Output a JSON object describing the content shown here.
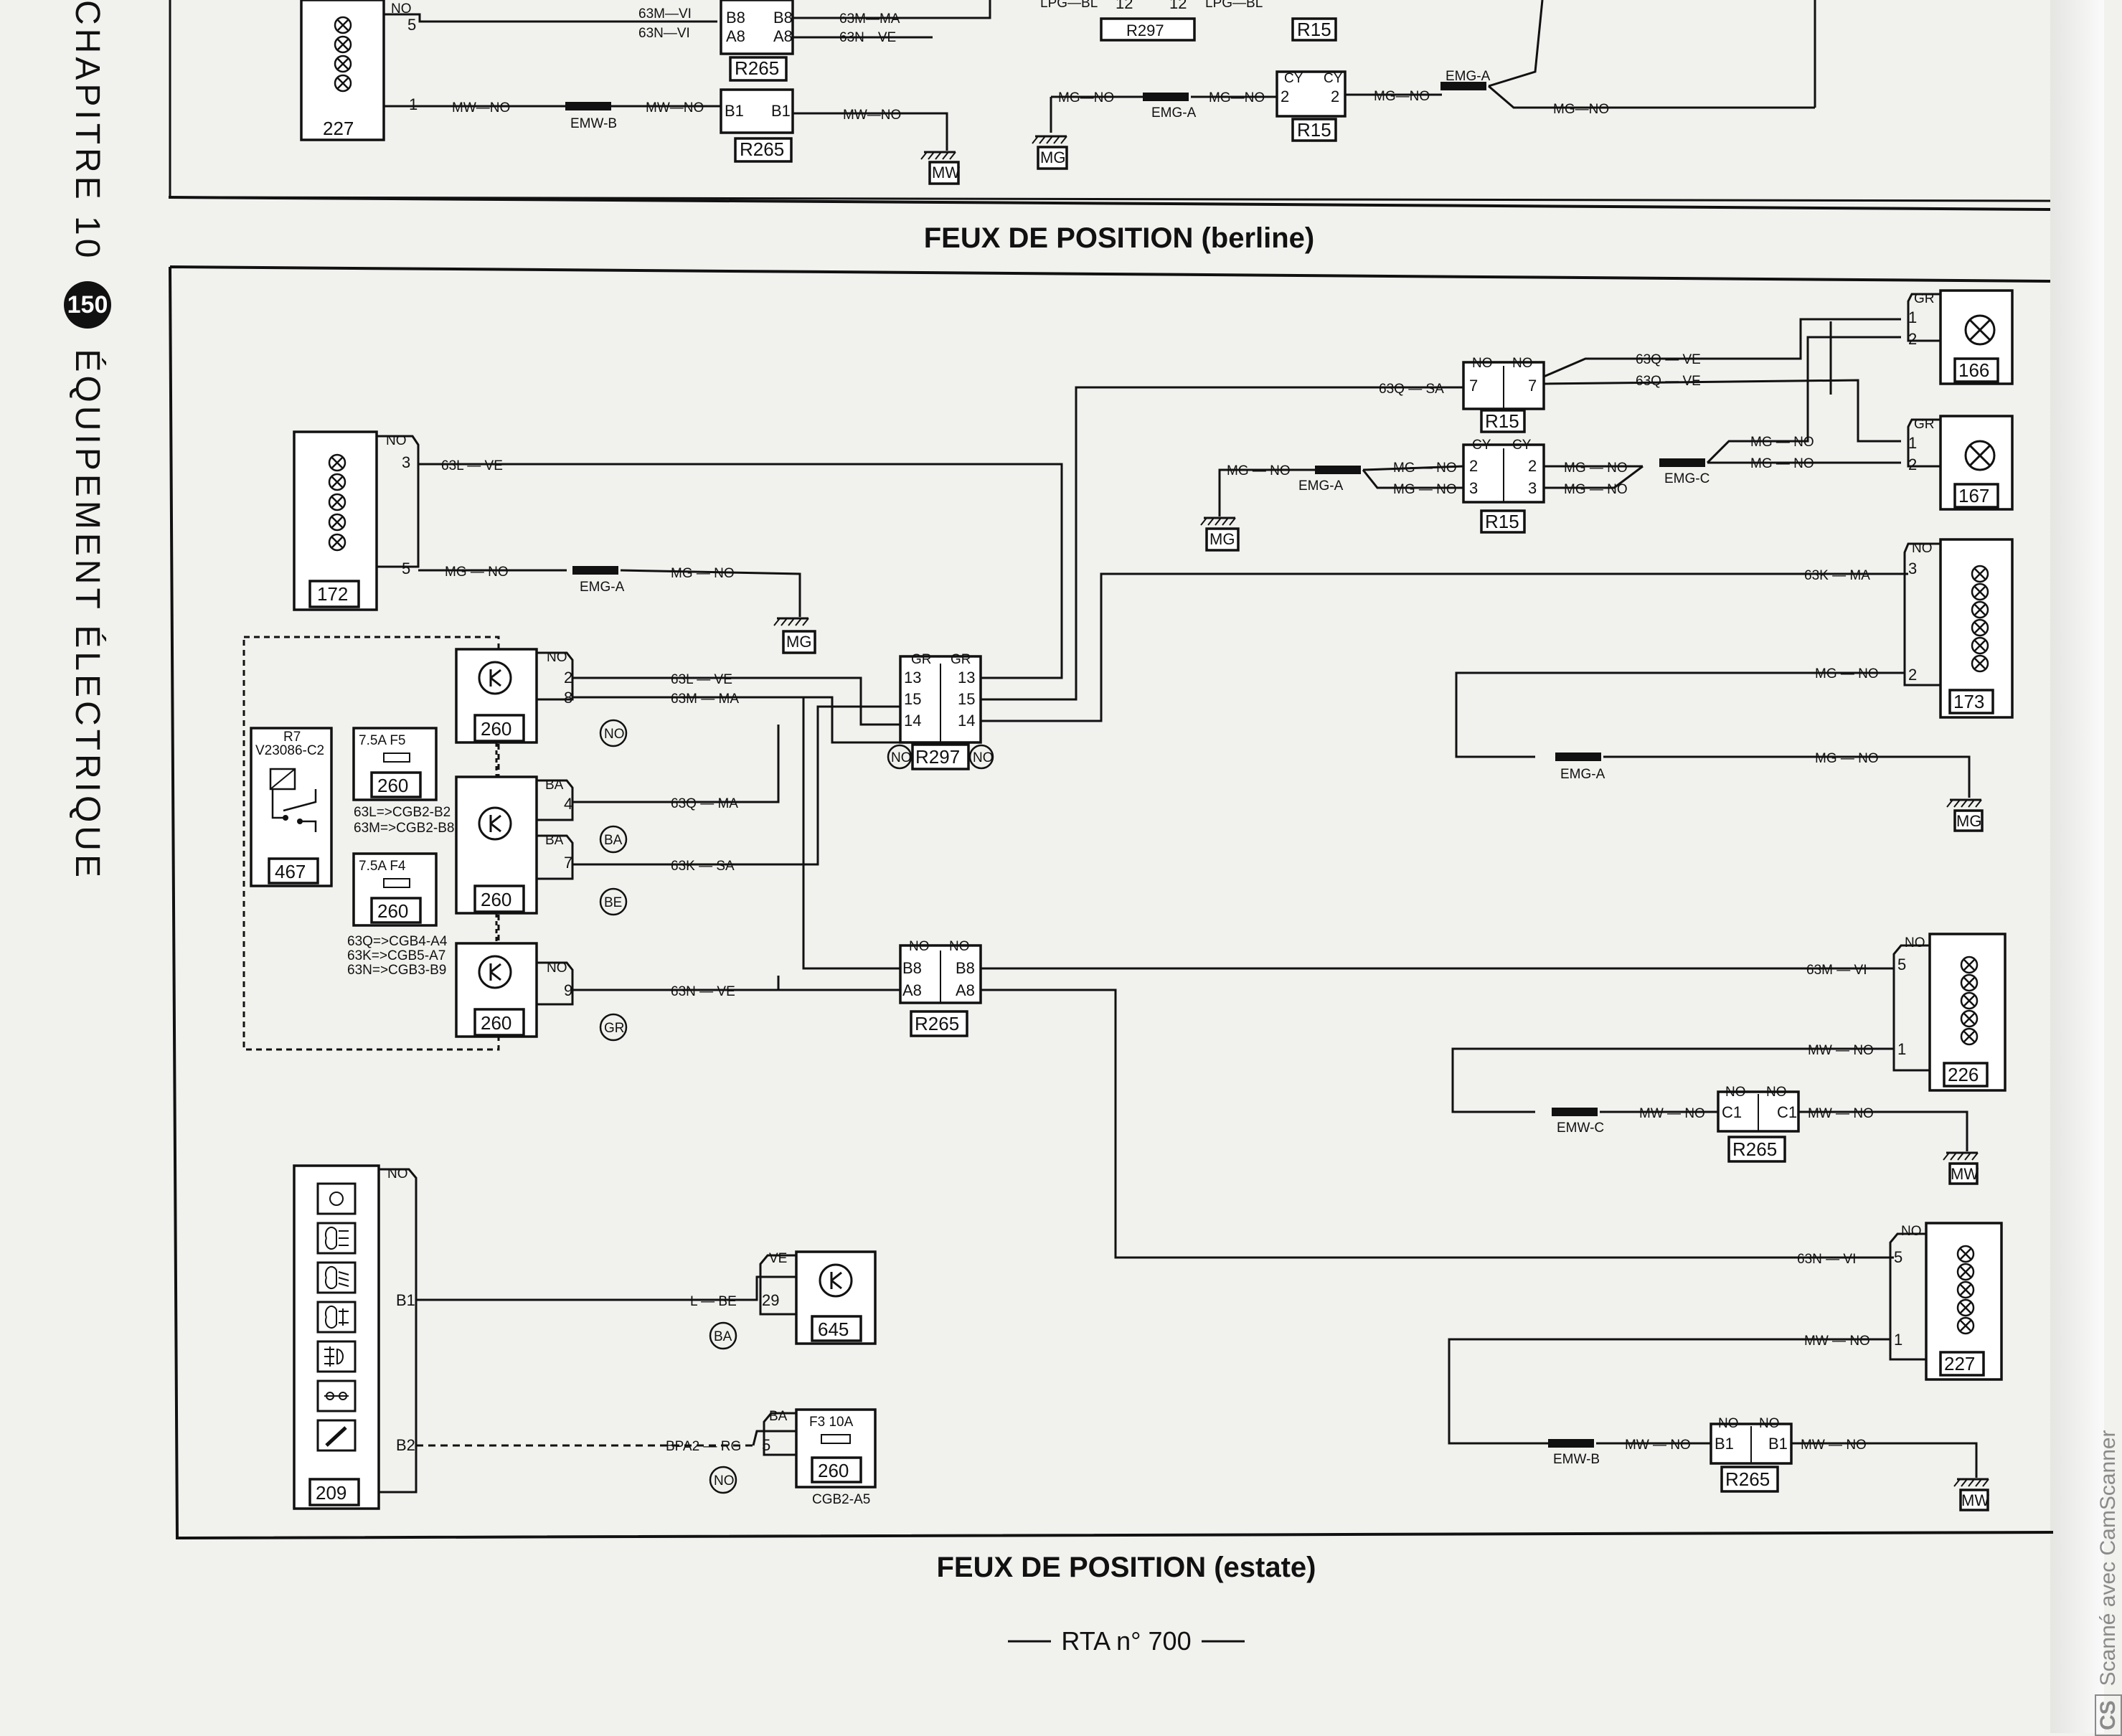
{
  "side_header": {
    "chapter": "CHAPITRE 10",
    "page_number": "150",
    "section": "ÉQUIPEMENT ÉLECTRIQUE"
  },
  "titles": {
    "berline": "FEUX DE POSITION (berline)",
    "estate": "FEUX DE POSITION (estate)"
  },
  "footer": "RTA n° 700",
  "scanner_mark": {
    "logo": "CS",
    "text": "Scanné avec CamScanner"
  },
  "berline_fragment": {
    "wires": [
      "NO",
      "5",
      "63M—VI",
      "63N—VI",
      "B8",
      "A8",
      "63M—MA",
      "63N—VE",
      "1",
      "MW—NO",
      "EMW-B",
      "B1",
      "LPG—BL",
      "12",
      "CY",
      "2",
      "MG—NO",
      "EMG-A"
    ],
    "components": [
      "227",
      "R265",
      "R297",
      "R15",
      "MW",
      "MG"
    ]
  },
  "components": {
    "c172": "172",
    "c260a": "260",
    "c260b": "260",
    "c260c": "260",
    "c260f5": "260",
    "c260f4": "260",
    "c260f3": "260",
    "c467": "467",
    "c209": "209",
    "c645": "645",
    "c166": "166",
    "c167": "167",
    "c173": "173",
    "c226": "226",
    "c227": "227",
    "r297": "R297",
    "r265a": "R265",
    "r265b": "R265",
    "r265c": "R265",
    "r15a": "R15",
    "r15b": "R15"
  },
  "relay": {
    "ref": "R7",
    "part": "V23086-C2"
  },
  "fuses": {
    "f5": {
      "label": "7.5A F5",
      "notes": [
        "63L=>CGB2-B2",
        "63M=>CGB2-B8"
      ]
    },
    "f4": {
      "label": "7.5A F4",
      "notes": [
        "63Q=>CGB4-A4",
        "63K=>CGB5-A7",
        "63N=>CGB3-B9"
      ]
    },
    "f3": {
      "label": "F3  10A",
      "note": "CGB2-A5"
    }
  },
  "wire_labels": {
    "w63L_VE": "63L — VE",
    "w63M_MA": "63M — MA",
    "w63Q_MA": "63Q — MA",
    "w63K_SA": "63K — SA",
    "w63N_VE": "63N — VE",
    "w63Q_SA": "63Q — SA",
    "w63Q_VE": "63Q — VE",
    "w63K_MA": "63K — MA",
    "w63M_VI": "63M — VI",
    "w63N_VI": "63N — VI",
    "wMG_NO": "MG — NO",
    "wMW_NO": "MW — NO",
    "wL_BE": "L — BE",
    "wBPA2_RG": "BPA2 — RG"
  },
  "connectors": {
    "no": "NO",
    "ba": "BA",
    "be": "BE",
    "gr": "GR",
    "cy": "CY",
    "ve": "VE"
  },
  "splices": {
    "emg_a": "EMG-A",
    "emg_c": "EMG-C",
    "emw_b": "EMW-B",
    "emw_c": "EMW-C"
  },
  "grounds": {
    "mg": "MG",
    "mw": "MW"
  },
  "pins": {
    "p1": "1",
    "p2": "2",
    "p3": "3",
    "p4": "4",
    "p5": "5",
    "p7": "7",
    "p8": "8",
    "p9": "9",
    "p13": "13",
    "p14": "14",
    "p15": "15",
    "p29": "29",
    "b8": "B8",
    "a8": "A8",
    "b1": "B1",
    "b2": "B2",
    "c1": "C1"
  }
}
